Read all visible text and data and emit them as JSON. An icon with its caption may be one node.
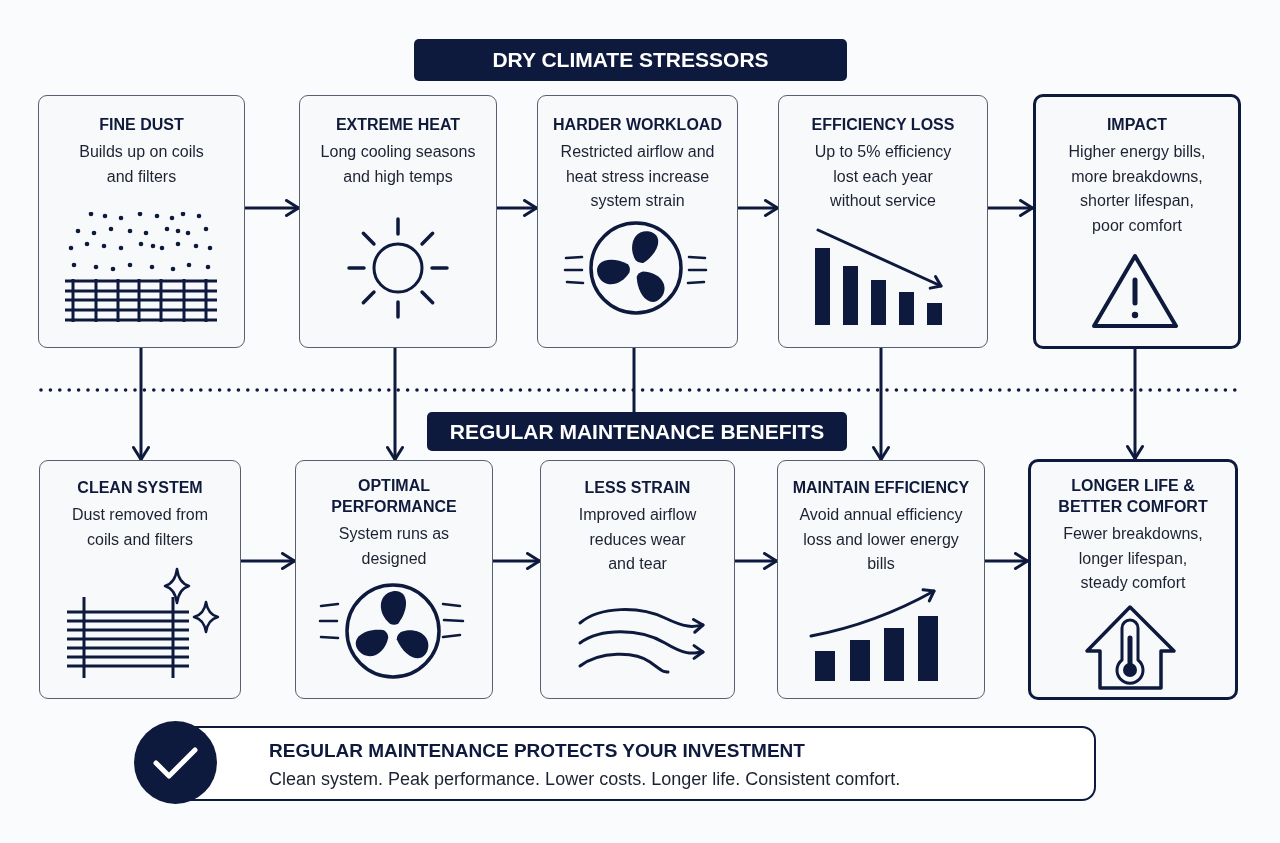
{
  "diagram": {
    "nodes": [
      {
        "text": [
          "DRY CLIMATE STRESSORS"
        ]
      },
      {
        "text": [
          "FINE DUST",
          "Builds up on coils and filters"
        ]
      },
      {
        "text": [
          "EXTREME HEAT",
          "Long cooling seasons and high temps"
        ]
      },
      {
        "text": [
          "HARDER WORKLOAD",
          "Restricted airflow and heat stress increase system strain"
        ]
      },
      {
        "text": [
          "EFFICIENCY LOSS",
          "Up to 5% efficiency lost each year without service"
        ]
      },
      {
        "text": [
          "IMPACT",
          "Higher energy bills, more breakdowns, shorter lifespan, poor comfort"
        ]
      },
      {
        "text": [
          "REGULAR MAINTENANCE BENEFITS"
        ]
      },
      {
        "text": [
          "CLEAN SYSTEM",
          "Dust removed from coils and filters"
        ]
      },
      {
        "text": [
          "OPTIMAL PERFORMANCE",
          "System runs as designed"
        ]
      },
      {
        "text": [
          "LESS STRAIN",
          "Improved airflow reduces wear and tear"
        ]
      },
      {
        "text": [
          "MAINTAIN EFFICIENCY",
          "Avoid annual efficiency loss and lower energy bills"
        ]
      },
      {
        "text": [
          "LONGER LIFE & BETTER COMFORT",
          "Fewer breakdowns, longer lifespan, steady comfort"
        ]
      },
      {
        "text": [
          "REGULAR MAINTENANCE PROTECTS YOUR INVESTMENT",
          "Clean system. Peak performance. Lower costs. Longer life. Consistent comfort."
        ]
      }
    ],
    "edges": [
      {
        "from": 1,
        "to": 2,
        "arrow": "to"
      },
      {
        "from": 2,
        "to": 3,
        "arrow": "to"
      },
      {
        "from": 3,
        "to": 4,
        "arrow": "to"
      },
      {
        "from": 4,
        "to": 5,
        "arrow": "to"
      },
      {
        "from": 1,
        "to": 7,
        "arrow": "to"
      },
      {
        "from": 2,
        "to": 8,
        "arrow": "to"
      },
      {
        "from": 3,
        "to": 6,
        "arrow": "none"
      },
      {
        "from": 4,
        "to": 10,
        "arrow": "to"
      },
      {
        "from": 5,
        "to": 11,
        "arrow": "to"
      },
      {
        "from": 7,
        "to": 8,
        "arrow": "to"
      },
      {
        "from": 8,
        "to": 9,
        "arrow": "to"
      },
      {
        "from": 9,
        "to": 10,
        "arrow": "to"
      },
      {
        "from": 10,
        "to": 11,
        "arrow": "to"
      }
    ]
  }
}
